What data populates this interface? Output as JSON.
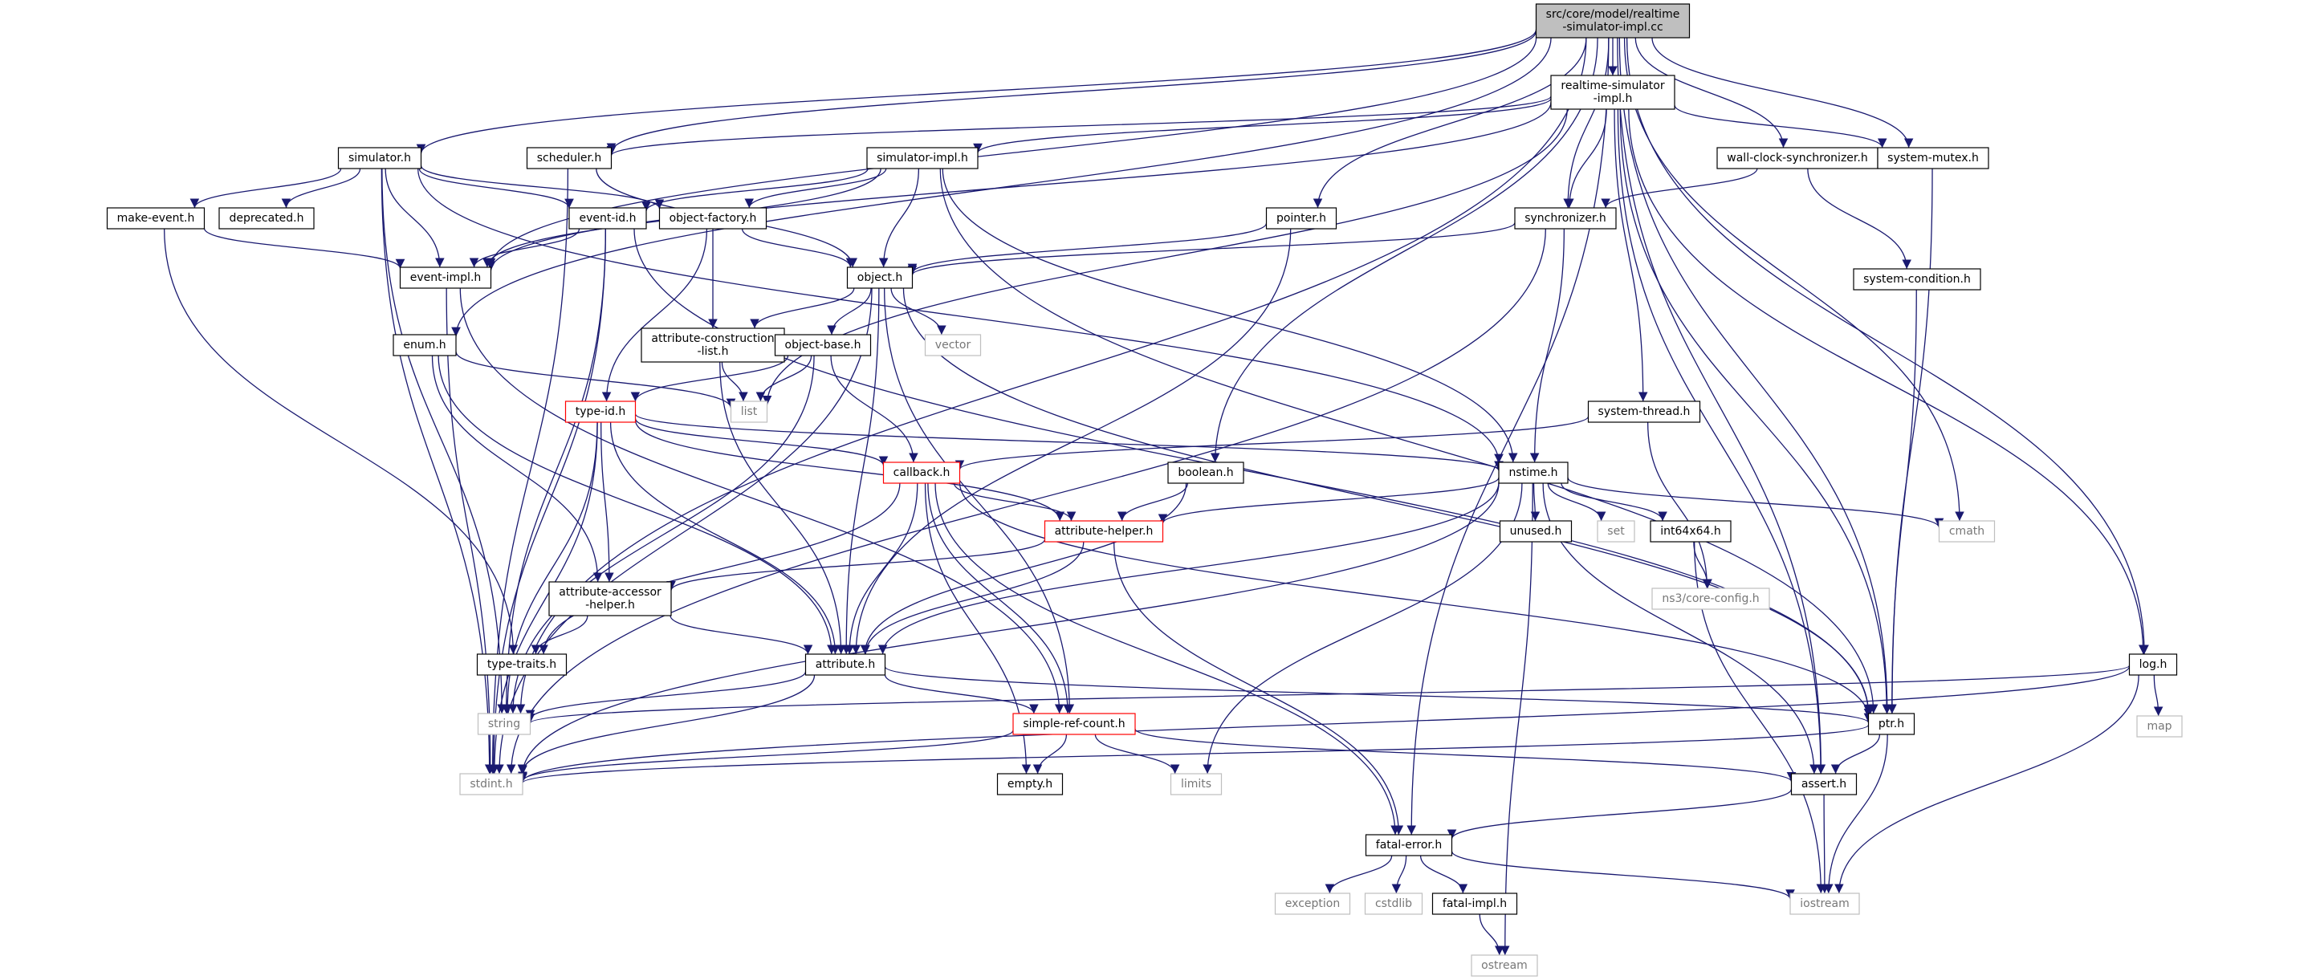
{
  "colors": {
    "edge": "#191970",
    "border_black": "#000000",
    "border_red": "#ff0000",
    "border_gray": "#bfbfbf",
    "fill_root": "#bfbfbf",
    "fill_normal": "#ffffff",
    "text_gray": "#777777"
  },
  "nodes": [
    {
      "id": "root",
      "lines": [
        "src/core/model/realtime",
        "-simulator-impl.cc"
      ],
      "style": "root"
    },
    {
      "id": "rsimh",
      "lines": [
        "realtime-simulator",
        "-impl.h"
      ],
      "style": "normal"
    },
    {
      "id": "simulator",
      "lines": [
        "simulator.h"
      ],
      "style": "normal"
    },
    {
      "id": "scheduler",
      "lines": [
        "scheduler.h"
      ],
      "style": "normal"
    },
    {
      "id": "simimpl",
      "lines": [
        "simulator-impl.h"
      ],
      "style": "normal"
    },
    {
      "id": "wallclock",
      "lines": [
        "wall-clock-synchronizer.h"
      ],
      "style": "normal"
    },
    {
      "id": "sysmutex",
      "lines": [
        "system-mutex.h"
      ],
      "style": "normal"
    },
    {
      "id": "makeevent",
      "lines": [
        "make-event.h"
      ],
      "style": "normal"
    },
    {
      "id": "deprecated",
      "lines": [
        "deprecated.h"
      ],
      "style": "normal"
    },
    {
      "id": "eventid",
      "lines": [
        "event-id.h"
      ],
      "style": "normal"
    },
    {
      "id": "objfactory",
      "lines": [
        "object-factory.h"
      ],
      "style": "normal"
    },
    {
      "id": "pointer",
      "lines": [
        "pointer.h"
      ],
      "style": "normal"
    },
    {
      "id": "synchronizer",
      "lines": [
        "synchronizer.h"
      ],
      "style": "normal"
    },
    {
      "id": "syscond",
      "lines": [
        "system-condition.h"
      ],
      "style": "normal"
    },
    {
      "id": "eventimpl",
      "lines": [
        "event-impl.h"
      ],
      "style": "normal"
    },
    {
      "id": "object",
      "lines": [
        "object.h"
      ],
      "style": "normal"
    },
    {
      "id": "enum",
      "lines": [
        "enum.h"
      ],
      "style": "normal"
    },
    {
      "id": "attrcons",
      "lines": [
        "attribute-construction",
        "-list.h"
      ],
      "style": "normal"
    },
    {
      "id": "objbase",
      "lines": [
        "object-base.h"
      ],
      "style": "normal"
    },
    {
      "id": "vector",
      "lines": [
        "vector"
      ],
      "style": "gray"
    },
    {
      "id": "list",
      "lines": [
        "list"
      ],
      "style": "gray"
    },
    {
      "id": "typeid",
      "lines": [
        "type-id.h"
      ],
      "style": "red"
    },
    {
      "id": "systhread",
      "lines": [
        "system-thread.h"
      ],
      "style": "normal"
    },
    {
      "id": "callback",
      "lines": [
        "callback.h"
      ],
      "style": "red"
    },
    {
      "id": "boolean",
      "lines": [
        "boolean.h"
      ],
      "style": "normal"
    },
    {
      "id": "nstime",
      "lines": [
        "nstime.h"
      ],
      "style": "normal"
    },
    {
      "id": "attrhelper",
      "lines": [
        "attribute-helper.h"
      ],
      "style": "red"
    },
    {
      "id": "unused",
      "lines": [
        "unused.h"
      ],
      "style": "normal"
    },
    {
      "id": "set",
      "lines": [
        "set"
      ],
      "style": "gray"
    },
    {
      "id": "int64x64",
      "lines": [
        "int64x64.h"
      ],
      "style": "normal"
    },
    {
      "id": "cmath",
      "lines": [
        "cmath"
      ],
      "style": "gray"
    },
    {
      "id": "nscoreconfig",
      "lines": [
        "ns3/core-config.h"
      ],
      "style": "gray"
    },
    {
      "id": "attraccessor",
      "lines": [
        "attribute-accessor",
        "-helper.h"
      ],
      "style": "normal"
    },
    {
      "id": "typetraits",
      "lines": [
        "type-traits.h"
      ],
      "style": "normal"
    },
    {
      "id": "attribute",
      "lines": [
        "attribute.h"
      ],
      "style": "normal"
    },
    {
      "id": "log",
      "lines": [
        "log.h"
      ],
      "style": "normal"
    },
    {
      "id": "map",
      "lines": [
        "map"
      ],
      "style": "gray"
    },
    {
      "id": "string",
      "lines": [
        "string"
      ],
      "style": "gray"
    },
    {
      "id": "simpleref",
      "lines": [
        "simple-ref-count.h"
      ],
      "style": "red"
    },
    {
      "id": "ptr",
      "lines": [
        "ptr.h"
      ],
      "style": "normal"
    },
    {
      "id": "stdint",
      "lines": [
        "stdint.h"
      ],
      "style": "gray"
    },
    {
      "id": "empty",
      "lines": [
        "empty.h"
      ],
      "style": "normal"
    },
    {
      "id": "limits",
      "lines": [
        "limits"
      ],
      "style": "gray"
    },
    {
      "id": "assert",
      "lines": [
        "assert.h"
      ],
      "style": "normal"
    },
    {
      "id": "fatalerror",
      "lines": [
        "fatal-error.h"
      ],
      "style": "normal"
    },
    {
      "id": "exception",
      "lines": [
        "exception"
      ],
      "style": "gray"
    },
    {
      "id": "cstdlib",
      "lines": [
        "cstdlib"
      ],
      "style": "gray"
    },
    {
      "id": "fatalimpl",
      "lines": [
        "fatal-impl.h"
      ],
      "style": "normal"
    },
    {
      "id": "iostream",
      "lines": [
        "iostream"
      ],
      "style": "gray"
    },
    {
      "id": "ostream",
      "lines": [
        "ostream"
      ],
      "style": "gray"
    }
  ],
  "edges": [
    [
      "root",
      "rsimh"
    ],
    [
      "root",
      "simulator"
    ],
    [
      "root",
      "scheduler"
    ],
    [
      "root",
      "eventimpl"
    ],
    [
      "root",
      "pointer"
    ],
    [
      "root",
      "synchronizer"
    ],
    [
      "root",
      "wallclock"
    ],
    [
      "root",
      "sysmutex"
    ],
    [
      "root",
      "boolean"
    ],
    [
      "root",
      "enum"
    ],
    [
      "root",
      "cmath"
    ],
    [
      "root",
      "ptr"
    ],
    [
      "root",
      "assert"
    ],
    [
      "root",
      "fatalerror"
    ],
    [
      "root",
      "log"
    ],
    [
      "root",
      "string"
    ],
    [
      "rsimh",
      "simimpl"
    ],
    [
      "rsimh",
      "scheduler"
    ],
    [
      "rsimh",
      "synchronizer"
    ],
    [
      "rsimh",
      "eventimpl"
    ],
    [
      "rsimh",
      "sysmutex"
    ],
    [
      "rsimh",
      "systhread"
    ],
    [
      "rsimh",
      "ptr"
    ],
    [
      "rsimh",
      "assert"
    ],
    [
      "rsimh",
      "log"
    ],
    [
      "rsimh",
      "list"
    ],
    [
      "simulator",
      "eventid"
    ],
    [
      "simulator",
      "eventimpl"
    ],
    [
      "simulator",
      "makeevent"
    ],
    [
      "simulator",
      "deprecated"
    ],
    [
      "simulator",
      "objfactory"
    ],
    [
      "simulator",
      "nstime"
    ],
    [
      "simulator",
      "stdint"
    ],
    [
      "simulator",
      "string"
    ],
    [
      "scheduler",
      "object"
    ],
    [
      "scheduler",
      "stdint"
    ],
    [
      "simimpl",
      "eventid"
    ],
    [
      "simimpl",
      "eventimpl"
    ],
    [
      "simimpl",
      "objfactory"
    ],
    [
      "simimpl",
      "object"
    ],
    [
      "simimpl",
      "ptr"
    ],
    [
      "simimpl",
      "nstime"
    ],
    [
      "wallclock",
      "synchronizer"
    ],
    [
      "wallclock",
      "syscond"
    ],
    [
      "sysmutex",
      "ptr"
    ],
    [
      "makeevent",
      "eventimpl"
    ],
    [
      "makeevent",
      "typetraits"
    ],
    [
      "eventid",
      "eventimpl"
    ],
    [
      "eventid",
      "ptr"
    ],
    [
      "eventid",
      "stdint"
    ],
    [
      "eventid",
      "string"
    ],
    [
      "objfactory",
      "object"
    ],
    [
      "objfactory",
      "typeid"
    ],
    [
      "objfactory",
      "attrcons"
    ],
    [
      "pointer",
      "object"
    ],
    [
      "pointer",
      "attribute"
    ],
    [
      "synchronizer",
      "object"
    ],
    [
      "synchronizer",
      "nstime"
    ],
    [
      "synchronizer",
      "stdint"
    ],
    [
      "syscond",
      "ptr"
    ],
    [
      "eventimpl",
      "simpleref"
    ],
    [
      "eventimpl",
      "stdint"
    ],
    [
      "object",
      "objbase"
    ],
    [
      "object",
      "attrcons"
    ],
    [
      "object",
      "vector"
    ],
    [
      "object",
      "attribute"
    ],
    [
      "object",
      "ptr"
    ],
    [
      "object",
      "simpleref"
    ],
    [
      "object",
      "stdint"
    ],
    [
      "enum",
      "attribute"
    ],
    [
      "enum",
      "attraccessor"
    ],
    [
      "enum",
      "list"
    ],
    [
      "attrcons",
      "attribute"
    ],
    [
      "attrcons",
      "list"
    ],
    [
      "objbase",
      "typeid"
    ],
    [
      "objbase",
      "callback"
    ],
    [
      "objbase",
      "list"
    ],
    [
      "objbase",
      "string"
    ],
    [
      "typeid",
      "attribute"
    ],
    [
      "typeid",
      "attraccessor"
    ],
    [
      "typeid",
      "attrhelper"
    ],
    [
      "typeid",
      "callback"
    ],
    [
      "typeid",
      "string"
    ],
    [
      "typeid",
      "stdint"
    ],
    [
      "typeid",
      "nstime"
    ],
    [
      "systhread",
      "callback"
    ],
    [
      "systhread",
      "nscoreconfig"
    ],
    [
      "callback",
      "ptr"
    ],
    [
      "callback",
      "fatalerror"
    ],
    [
      "callback",
      "empty"
    ],
    [
      "callback",
      "typetraits"
    ],
    [
      "callback",
      "attribute"
    ],
    [
      "callback",
      "attrhelper"
    ],
    [
      "callback",
      "simpleref"
    ],
    [
      "boolean",
      "attrhelper"
    ],
    [
      "boolean",
      "attribute"
    ],
    [
      "nstime",
      "assert"
    ],
    [
      "nstime",
      "attribute"
    ],
    [
      "nstime",
      "attrhelper"
    ],
    [
      "nstime",
      "int64x64"
    ],
    [
      "nstime",
      "unused"
    ],
    [
      "nstime",
      "stdint"
    ],
    [
      "nstime",
      "cmath"
    ],
    [
      "nstime",
      "ostream"
    ],
    [
      "nstime",
      "set"
    ],
    [
      "nstime",
      "limits"
    ],
    [
      "attrhelper",
      "attribute"
    ],
    [
      "attrhelper",
      "attraccessor"
    ],
    [
      "attrhelper",
      "fatalerror"
    ],
    [
      "int64x64",
      "nscoreconfig"
    ],
    [
      "int64x64",
      "iostream"
    ],
    [
      "attraccessor",
      "attribute"
    ],
    [
      "attraccessor",
      "typetraits"
    ],
    [
      "attribute",
      "ptr"
    ],
    [
      "attribute",
      "string"
    ],
    [
      "attribute",
      "stdint"
    ],
    [
      "attribute",
      "simpleref"
    ],
    [
      "log",
      "map"
    ],
    [
      "log",
      "string"
    ],
    [
      "log",
      "iostream"
    ],
    [
      "log",
      "stdint"
    ],
    [
      "simpleref",
      "empty"
    ],
    [
      "simpleref",
      "assert"
    ],
    [
      "simpleref",
      "stdint"
    ],
    [
      "simpleref",
      "limits"
    ],
    [
      "ptr",
      "assert"
    ],
    [
      "ptr",
      "iostream"
    ],
    [
      "ptr",
      "stdint"
    ],
    [
      "assert",
      "fatalerror"
    ],
    [
      "assert",
      "iostream"
    ],
    [
      "fatalerror",
      "exception"
    ],
    [
      "fatalerror",
      "cstdlib"
    ],
    [
      "fatalerror",
      "fatalimpl"
    ],
    [
      "fatalerror",
      "iostream"
    ],
    [
      "fatalimpl",
      "ostream"
    ]
  ]
}
